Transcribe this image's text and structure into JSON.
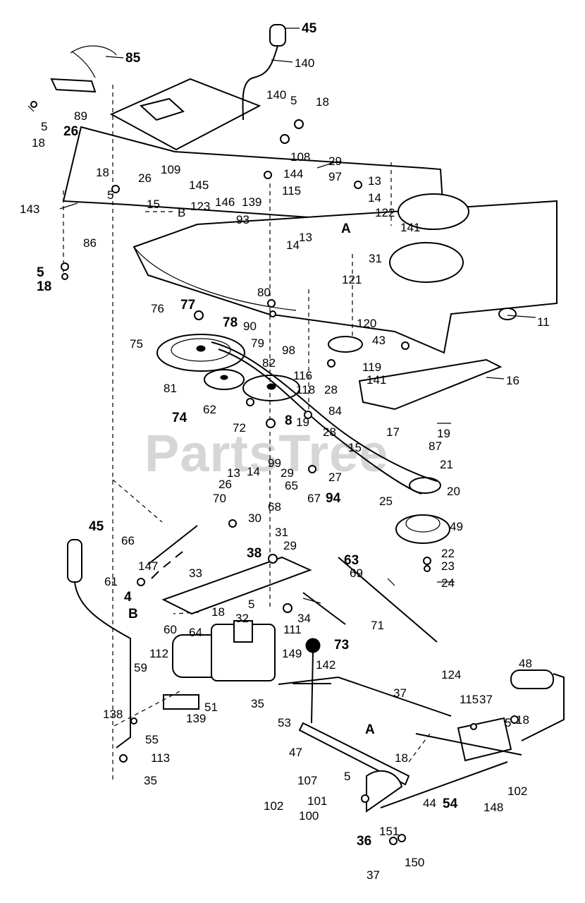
{
  "watermark": "PartsTree",
  "callouts": [
    {
      "id": "c45a",
      "text": "45"
    },
    {
      "id": "c85",
      "text": "85"
    },
    {
      "id": "c140a",
      "text": "140"
    },
    {
      "id": "c140b",
      "text": "140"
    },
    {
      "id": "c5a",
      "text": "5"
    },
    {
      "id": "c18a",
      "text": "18"
    },
    {
      "id": "c89",
      "text": "89"
    },
    {
      "id": "c18b",
      "text": "18"
    },
    {
      "id": "c5b",
      "text": "5"
    },
    {
      "id": "c26a",
      "text": "26"
    },
    {
      "id": "c26b",
      "text": "26"
    },
    {
      "id": "c109",
      "text": "109"
    },
    {
      "id": "c108",
      "text": "108"
    },
    {
      "id": "c29a",
      "text": "29"
    },
    {
      "id": "c97",
      "text": "97"
    },
    {
      "id": "c13a",
      "text": "13"
    },
    {
      "id": "c14a",
      "text": "14"
    },
    {
      "id": "c144",
      "text": "144"
    },
    {
      "id": "c145",
      "text": "145"
    },
    {
      "id": "c115a",
      "text": "115"
    },
    {
      "id": "c18c",
      "text": "18"
    },
    {
      "id": "c5c",
      "text": "5"
    },
    {
      "id": "c123",
      "text": "123"
    },
    {
      "id": "c146",
      "text": "146"
    },
    {
      "id": "c139",
      "text": "139"
    },
    {
      "id": "c143",
      "text": "143"
    },
    {
      "id": "c15a",
      "text": "15"
    },
    {
      "id": "cB1",
      "text": "B"
    },
    {
      "id": "c93",
      "text": "93"
    },
    {
      "id": "c122",
      "text": "122"
    },
    {
      "id": "c141a",
      "text": "141"
    },
    {
      "id": "cA1",
      "text": "A"
    },
    {
      "id": "c13b",
      "text": "13"
    },
    {
      "id": "c14b",
      "text": "14"
    },
    {
      "id": "c31a",
      "text": "31"
    },
    {
      "id": "c86",
      "text": "86"
    },
    {
      "id": "c5d",
      "text": "5"
    },
    {
      "id": "c18d",
      "text": "18"
    },
    {
      "id": "c121",
      "text": "121"
    },
    {
      "id": "c80",
      "text": "80"
    },
    {
      "id": "c11",
      "text": "11"
    },
    {
      "id": "c76",
      "text": "76"
    },
    {
      "id": "c77",
      "text": "77"
    },
    {
      "id": "c90",
      "text": "90"
    },
    {
      "id": "c78",
      "text": "78"
    },
    {
      "id": "c120",
      "text": "120"
    },
    {
      "id": "c43",
      "text": "43"
    },
    {
      "id": "c75",
      "text": "75"
    },
    {
      "id": "c79",
      "text": "79"
    },
    {
      "id": "c98",
      "text": "98"
    },
    {
      "id": "c82",
      "text": "82"
    },
    {
      "id": "c119",
      "text": "119"
    },
    {
      "id": "c116",
      "text": "116"
    },
    {
      "id": "c141b",
      "text": "141"
    },
    {
      "id": "c16",
      "text": "16"
    },
    {
      "id": "c81",
      "text": "81"
    },
    {
      "id": "c118",
      "text": "118"
    },
    {
      "id": "c28a",
      "text": "28"
    },
    {
      "id": "c74",
      "text": "74"
    },
    {
      "id": "c62",
      "text": "62"
    },
    {
      "id": "c8",
      "text": "8"
    },
    {
      "id": "c19a",
      "text": "19"
    },
    {
      "id": "c84",
      "text": "84"
    },
    {
      "id": "c17",
      "text": "17"
    },
    {
      "id": "c19b",
      "text": "19"
    },
    {
      "id": "c72",
      "text": "72"
    },
    {
      "id": "c28b",
      "text": "28"
    },
    {
      "id": "c15b",
      "text": "15"
    },
    {
      "id": "c87",
      "text": "87"
    },
    {
      "id": "c99",
      "text": "99"
    },
    {
      "id": "c21",
      "text": "21"
    },
    {
      "id": "c13c",
      "text": "13"
    },
    {
      "id": "c14c",
      "text": "14"
    },
    {
      "id": "c26c",
      "text": "26"
    },
    {
      "id": "c29b",
      "text": "29"
    },
    {
      "id": "c65",
      "text": "65"
    },
    {
      "id": "c27",
      "text": "27"
    },
    {
      "id": "c20",
      "text": "20"
    },
    {
      "id": "c94",
      "text": "94"
    },
    {
      "id": "c25",
      "text": "25"
    },
    {
      "id": "c70",
      "text": "70"
    },
    {
      "id": "c68",
      "text": "68"
    },
    {
      "id": "c67",
      "text": "67"
    },
    {
      "id": "c45b",
      "text": "45"
    },
    {
      "id": "c30",
      "text": "30"
    },
    {
      "id": "c49",
      "text": "49"
    },
    {
      "id": "c66",
      "text": "66"
    },
    {
      "id": "c31b",
      "text": "31"
    },
    {
      "id": "c38",
      "text": "38"
    },
    {
      "id": "c29c",
      "text": "29"
    },
    {
      "id": "c63",
      "text": "63"
    },
    {
      "id": "c22",
      "text": "22"
    },
    {
      "id": "c23",
      "text": "23"
    },
    {
      "id": "c69",
      "text": "69"
    },
    {
      "id": "c61",
      "text": "61"
    },
    {
      "id": "c147",
      "text": "147"
    },
    {
      "id": "c33",
      "text": "33"
    },
    {
      "id": "c24",
      "text": "24"
    },
    {
      "id": "c4",
      "text": "4"
    },
    {
      "id": "c18e",
      "text": "18"
    },
    {
      "id": "c5e",
      "text": "5"
    },
    {
      "id": "cB2",
      "text": "B"
    },
    {
      "id": "c64",
      "text": "64"
    },
    {
      "id": "c32",
      "text": "32"
    },
    {
      "id": "c111",
      "text": "111"
    },
    {
      "id": "c34",
      "text": "34"
    },
    {
      "id": "c71",
      "text": "71"
    },
    {
      "id": "c60",
      "text": "60"
    },
    {
      "id": "c73",
      "text": "73"
    },
    {
      "id": "c48",
      "text": "48"
    },
    {
      "id": "c112",
      "text": "112"
    },
    {
      "id": "c149",
      "text": "149"
    },
    {
      "id": "c142",
      "text": "142"
    },
    {
      "id": "c59",
      "text": "59"
    },
    {
      "id": "c124",
      "text": "124"
    },
    {
      "id": "c51",
      "text": "51"
    },
    {
      "id": "c35a",
      "text": "35"
    },
    {
      "id": "c53",
      "text": "53"
    },
    {
      "id": "c37a",
      "text": "37"
    },
    {
      "id": "c115b",
      "text": "115"
    },
    {
      "id": "c37b",
      "text": "37"
    },
    {
      "id": "c138",
      "text": "138"
    },
    {
      "id": "c139b",
      "text": "139"
    },
    {
      "id": "c5f",
      "text": "5"
    },
    {
      "id": "c18f",
      "text": "18"
    },
    {
      "id": "c55",
      "text": "55"
    },
    {
      "id": "cA2",
      "text": "A"
    },
    {
      "id": "c113",
      "text": "113"
    },
    {
      "id": "c47",
      "text": "47"
    },
    {
      "id": "c35b",
      "text": "35"
    },
    {
      "id": "c18g",
      "text": "18"
    },
    {
      "id": "c102a",
      "text": "102"
    },
    {
      "id": "c5g",
      "text": "5"
    },
    {
      "id": "c107",
      "text": "107"
    },
    {
      "id": "c148",
      "text": "148"
    },
    {
      "id": "c54",
      "text": "54"
    },
    {
      "id": "c44",
      "text": "44"
    },
    {
      "id": "c101",
      "text": "101"
    },
    {
      "id": "c102b",
      "text": "102"
    },
    {
      "id": "c100",
      "text": "100"
    },
    {
      "id": "c36",
      "text": "36"
    },
    {
      "id": "c151",
      "text": "151"
    },
    {
      "id": "c150",
      "text": "150"
    },
    {
      "id": "c37c",
      "text": "37"
    }
  ]
}
